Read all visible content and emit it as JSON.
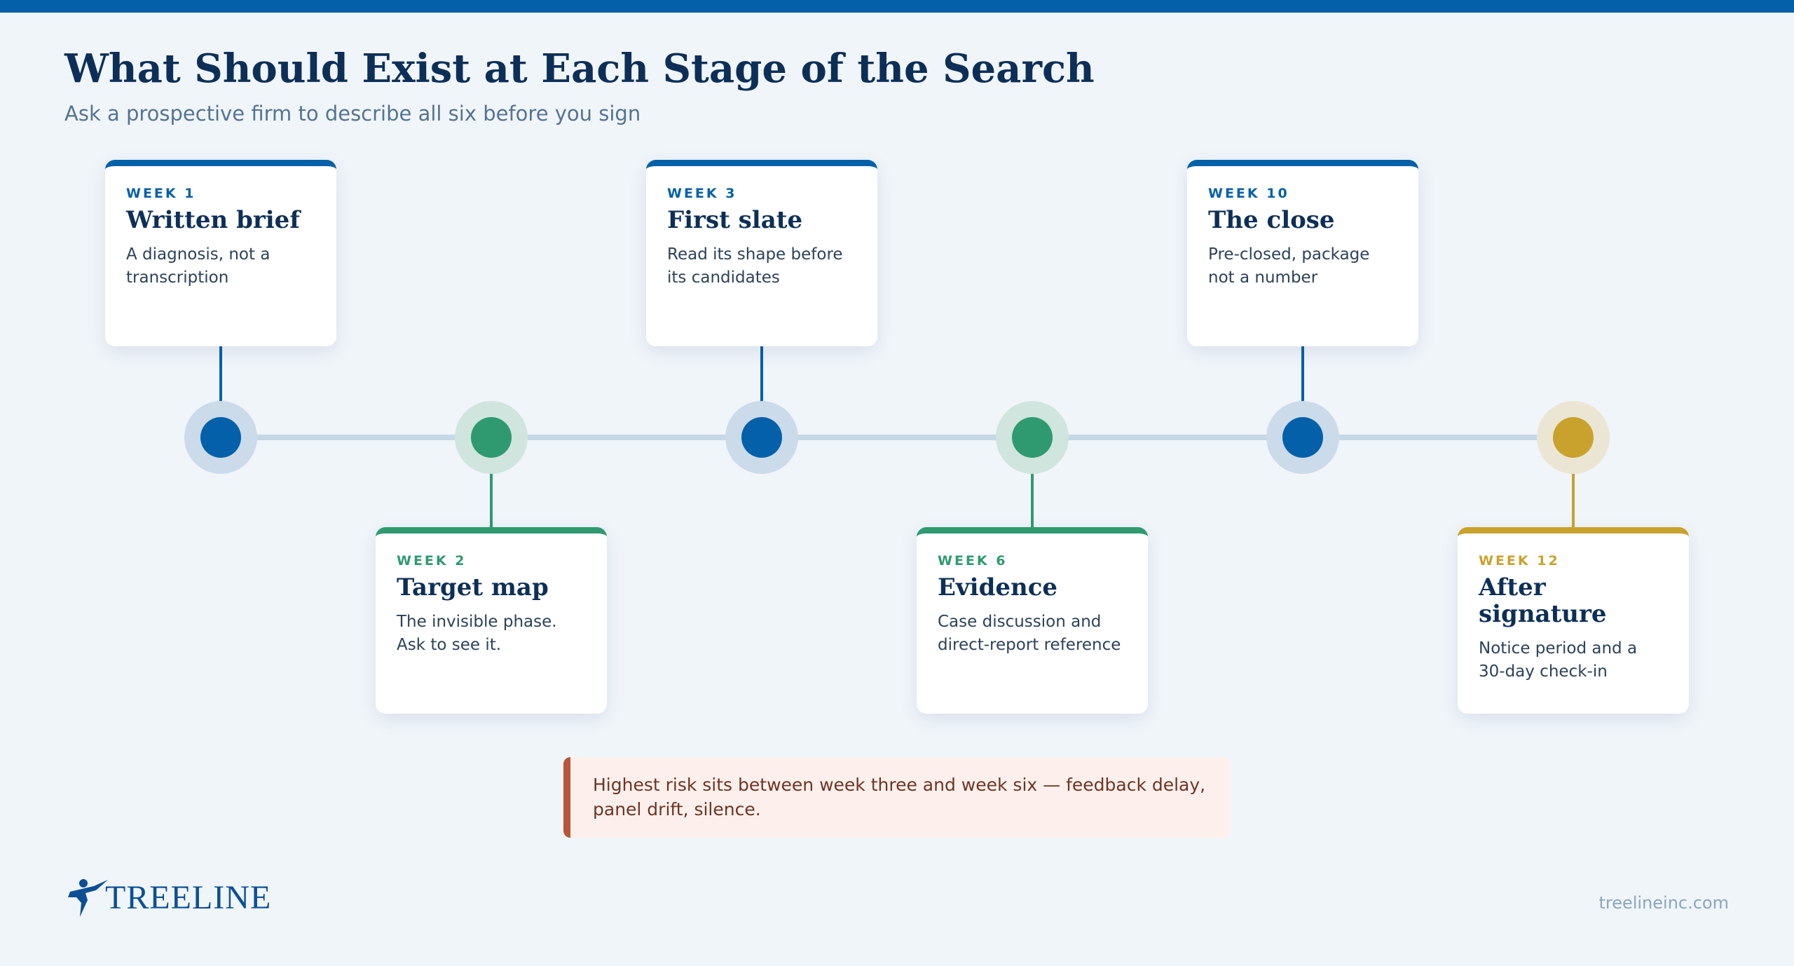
{
  "header": {
    "title": "What Should Exist at Each Stage of the Search",
    "subtitle": "Ask a prospective firm to describe all six before you sign"
  },
  "colors": {
    "blue": "#0460a8",
    "green": "#2f9a70",
    "gold": "#c9a22e",
    "callout_accent": "#b9553a"
  },
  "stages": [
    {
      "week": "WEEK 1",
      "title": "Written brief",
      "description": "A diagnosis, not a transcription",
      "color": "blue"
    },
    {
      "week": "WEEK 2",
      "title": "Target map",
      "description": "The invisible phase. Ask to see it.",
      "color": "green"
    },
    {
      "week": "WEEK 3",
      "title": "First slate",
      "description": "Read its shape before its candidates",
      "color": "blue"
    },
    {
      "week": "WEEK 6",
      "title": "Evidence",
      "description": "Case discussion and direct-report reference",
      "color": "green"
    },
    {
      "week": "WEEK 10",
      "title": "The close",
      "description": "Pre-closed, package not a number",
      "color": "blue"
    },
    {
      "week": "WEEK 12",
      "title": "After signature",
      "description": "Notice period and a 30-day check-in",
      "color": "gold"
    }
  ],
  "callout": {
    "text": "Highest risk sits between week three and week six — feedback delay, panel drift, silence."
  },
  "footer": {
    "logo_text": "TREELINE",
    "website": "treelineinc.com"
  }
}
